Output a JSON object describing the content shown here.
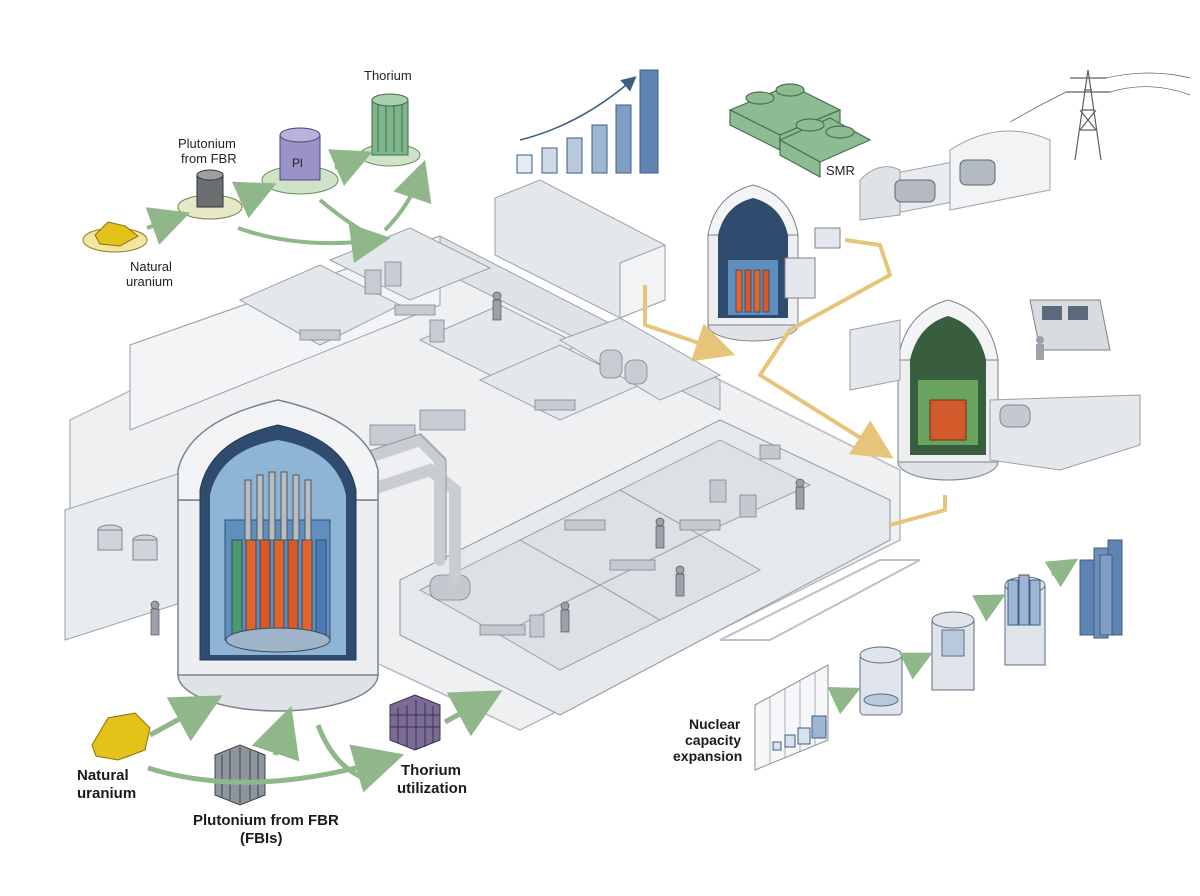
{
  "labels": {
    "thorium_top": "Thorium",
    "plutonium_top_1": "Plutonium",
    "plutonium_top_2": "from FBR",
    "pu_symbol": "Pl",
    "natural_uranium_top_1": "Natural",
    "natural_uranium_top_2": "uranium",
    "smr": "SMR",
    "natural_uranium_bottom_1": "Natural",
    "natural_uranium_bottom_2": "uranium",
    "plutonium_bottom_1": "Plutonium from FBR",
    "plutonium_bottom_2": "(FBIs)",
    "thorium_bottom_1": "Thorium",
    "thorium_bottom_2": "utilization",
    "capacity_1": "Nuclear",
    "capacity_2": "capacity",
    "capacity_3": "expansion"
  },
  "colors": {
    "uranium": "#e3c21a",
    "plutonium": "#9a93c9",
    "thorium": "#7fb58a",
    "flow_arrow": "#8fb78a",
    "power_line": "#e6c47a",
    "building": "#e8eaed",
    "building_dark": "#b9bec6",
    "core_hot": "#e0642e",
    "core_blue": "#5b86b7",
    "core_green": "#6aa35f",
    "growth_bar": "#6f8fb8"
  },
  "icons": [
    "uranium-ore-icon",
    "plutonium-cylinder-icon",
    "thorium-fuel-icon",
    "growth-bar-icon",
    "smr-module-icon",
    "transmission-tower-icon",
    "fuel-assembly-icon",
    "thorium-block-icon"
  ]
}
